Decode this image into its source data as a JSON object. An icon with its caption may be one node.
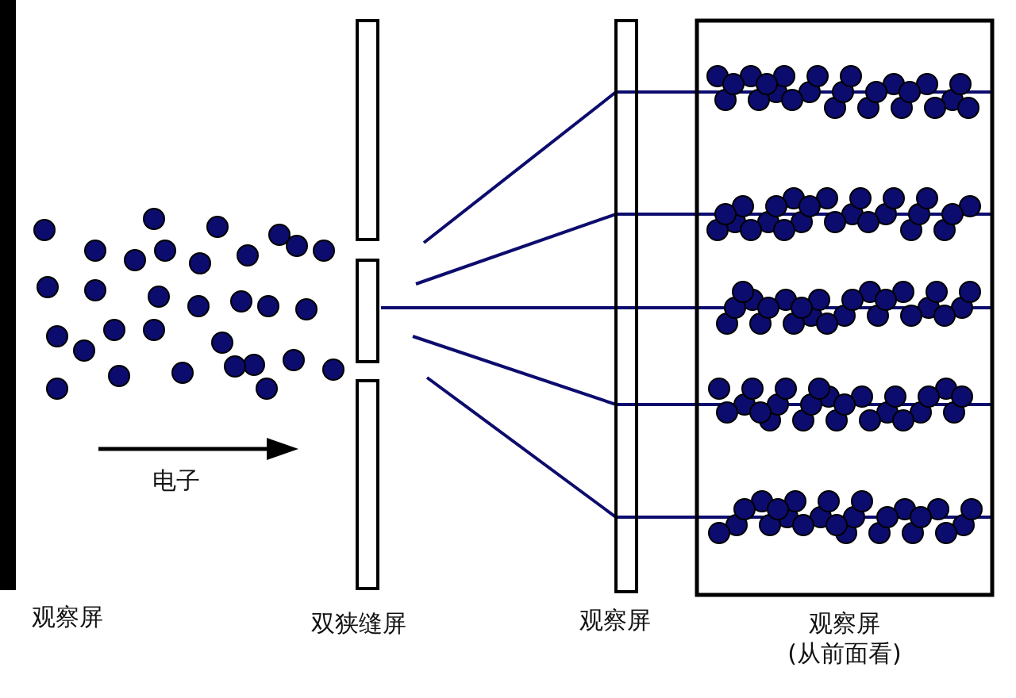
{
  "diagram": {
    "nodes": [
      {
        "text": [
          "观察屏"
        ]
      },
      {
        "text": [
          "双狭缝屏"
        ]
      },
      {
        "text": [
          "观察屏"
        ]
      },
      {
        "text": [
          "观察屏",
          "(从前面看)"
        ]
      }
    ],
    "edges": [
      {
        "from": 1,
        "to": 3,
        "arrow": "none"
      },
      {
        "from": 1,
        "to": 3,
        "arrow": "none"
      },
      {
        "from": 1,
        "to": 3,
        "arrow": "none"
      },
      {
        "from": 1,
        "to": 3,
        "arrow": "none"
      },
      {
        "from": 1,
        "to": 3,
        "arrow": "none"
      }
    ],
    "labels": [
      "电子"
    ]
  }
}
